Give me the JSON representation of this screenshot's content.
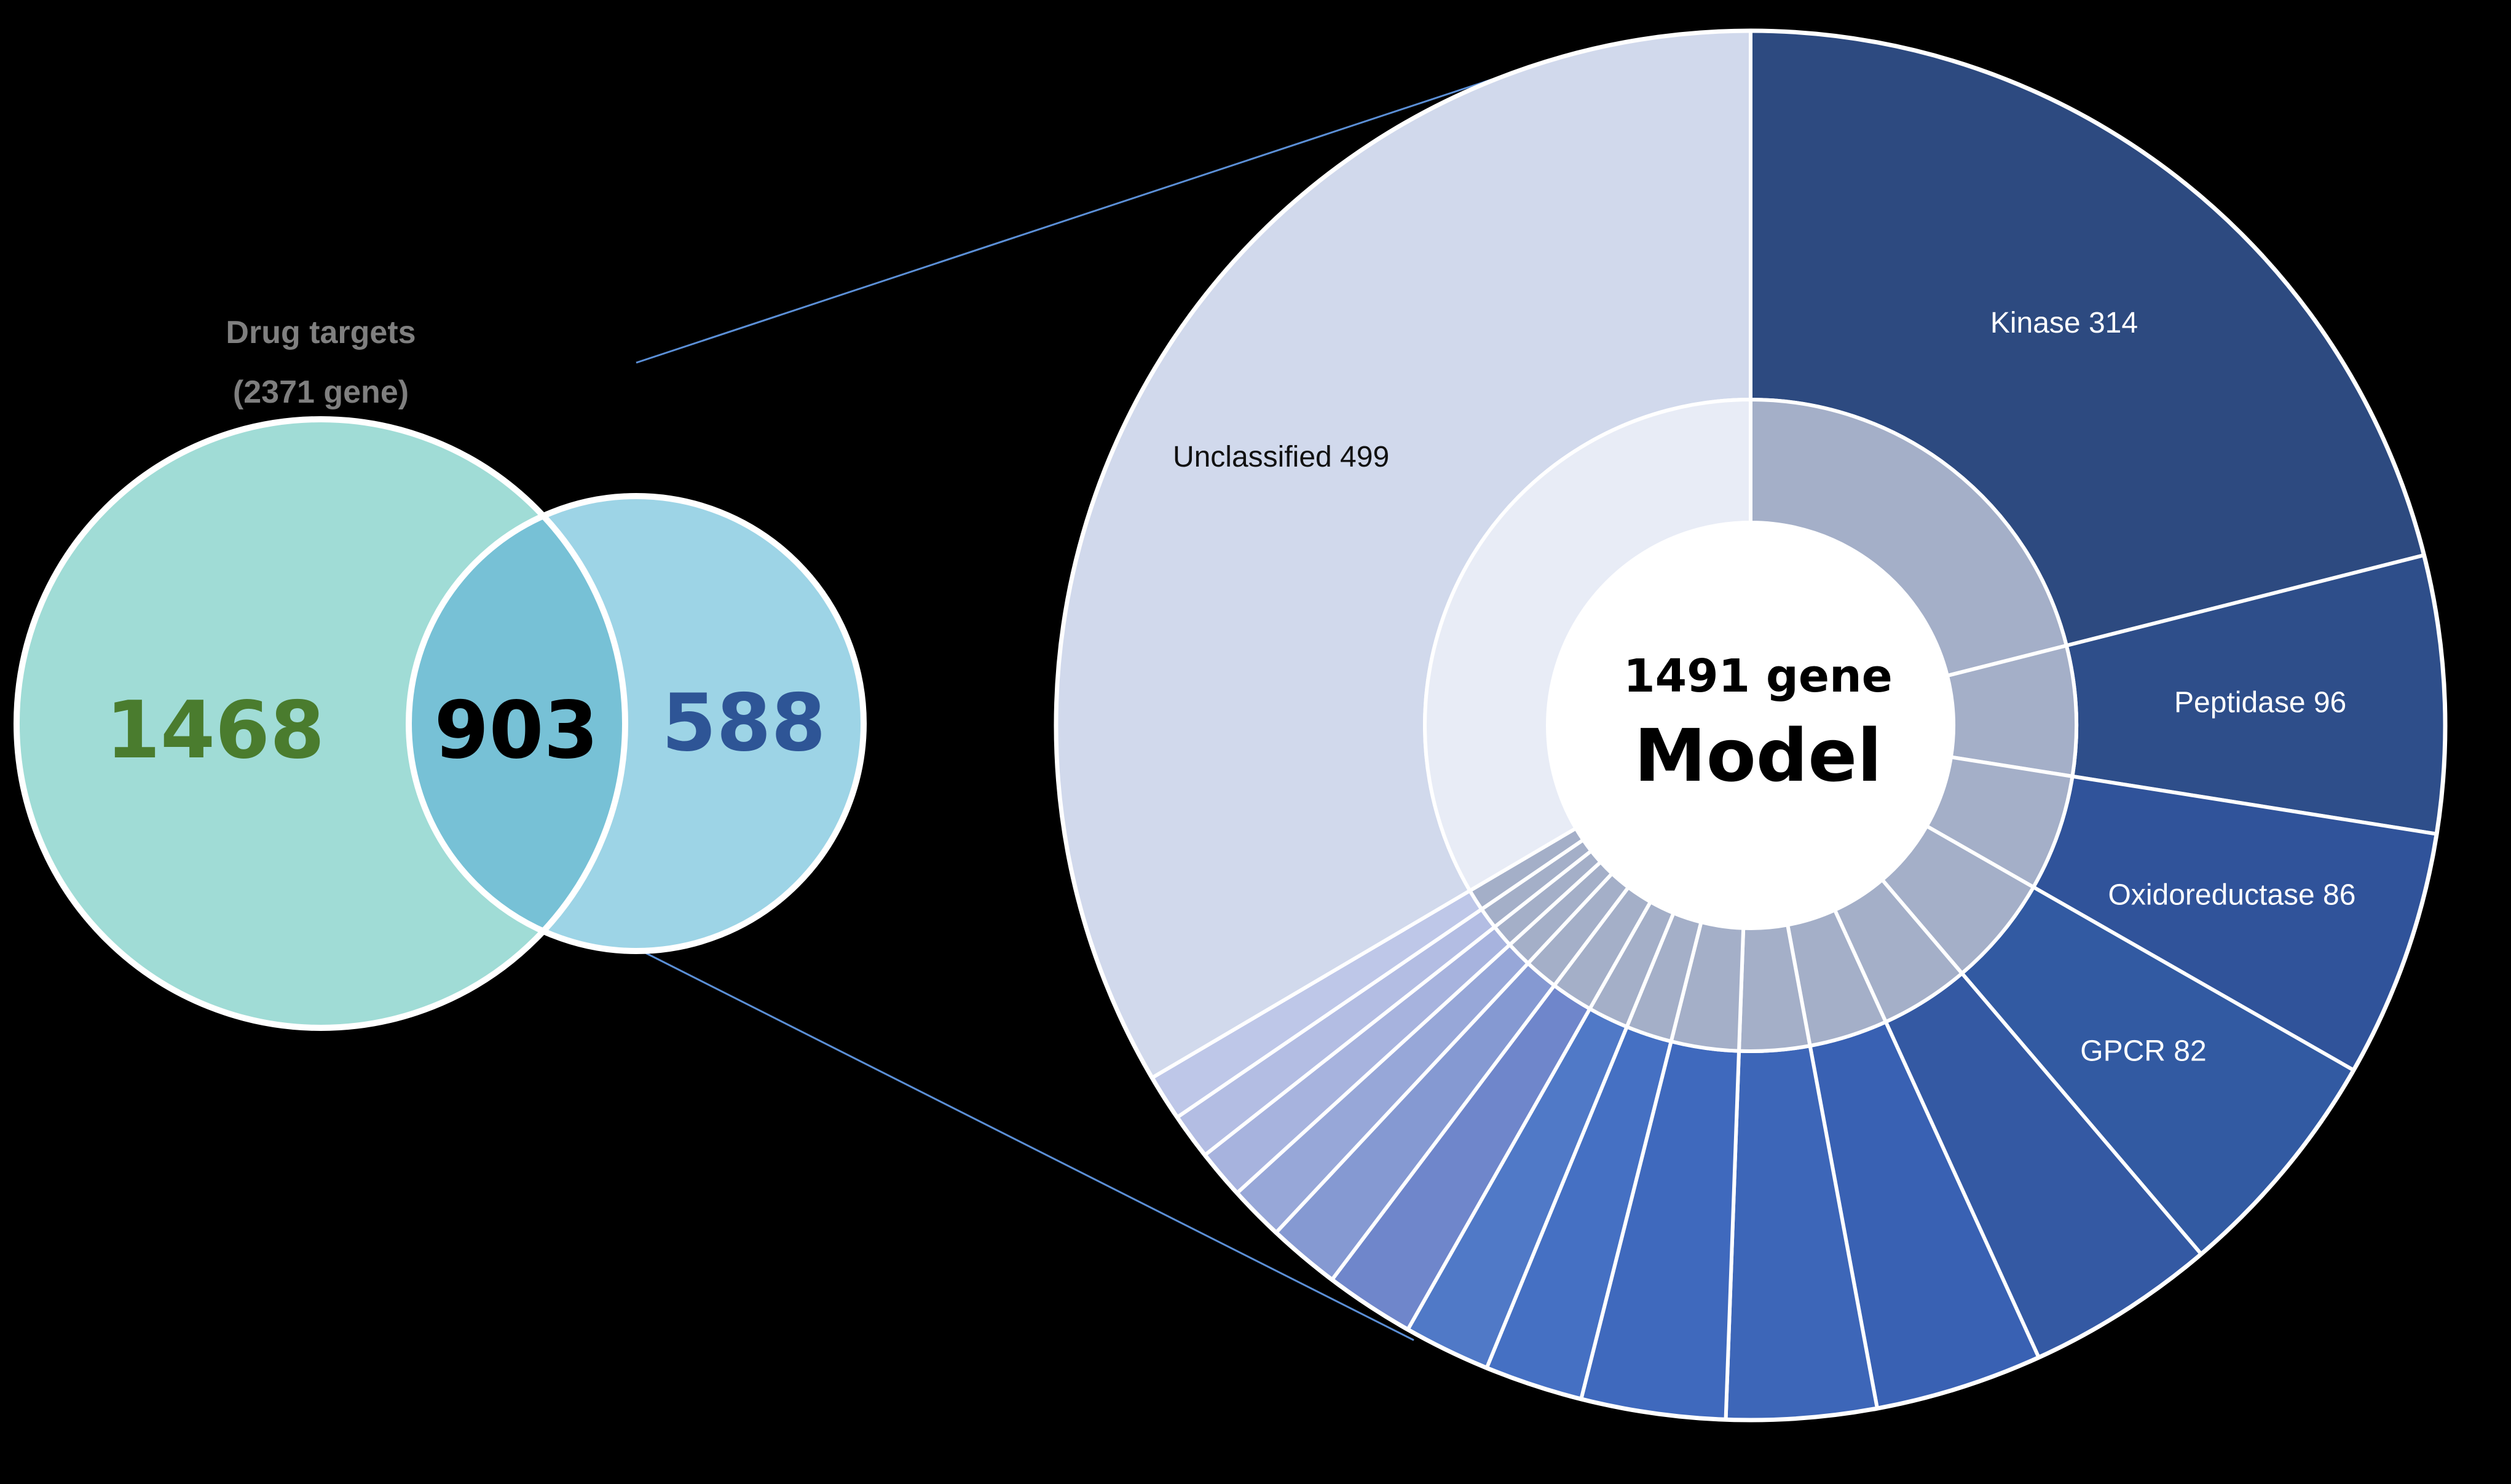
{
  "colors": {
    "background": "#000000",
    "venn_left": "#a0dcd6",
    "venn_right": "#9dd4e6",
    "venn_overlap": "#77c1d6",
    "venn_stroke": "#ffffff",
    "left_count_color": "#4a7c2e",
    "right_count_color": "#2e5596",
    "connector": "#5b8fd6",
    "unclassified_outer": "#d1d9ec",
    "unclassified_inner": "#e8ecf6",
    "inner_classified": "#a4afc8"
  },
  "chart_data": [
    {
      "type": "venn",
      "title": "Drug targets",
      "subtitle": "(2371 gene)",
      "sets": [
        {
          "region": "left-only",
          "value": 1468
        },
        {
          "region": "intersection",
          "value": 903
        },
        {
          "region": "right-only",
          "value": 588
        }
      ]
    },
    {
      "type": "pie",
      "style": "sunburst",
      "center_label": "1491 gene",
      "center_title": "Model",
      "total": 1491,
      "segments": [
        {
          "name": "Kinase",
          "value": 314,
          "label": "Kinase 314",
          "color": "#2d4a80"
        },
        {
          "name": "Peptidase",
          "value": 96,
          "label": "Peptidase 96",
          "color": "#2e4e8a"
        },
        {
          "name": "Oxidoreductase",
          "value": 86,
          "label": "Oxidoreductase 86",
          "color": "#30539a"
        },
        {
          "name": "GPCR",
          "value": 82,
          "label": "GPCR 82",
          "color": "#325aa2"
        },
        {
          "name": "",
          "value": 66,
          "label": "",
          "color": "#3459a3"
        },
        {
          "name": "",
          "value": 58,
          "label": "",
          "color": "#3961b3"
        },
        {
          "name": "",
          "value": 52,
          "label": "",
          "color": "#3d66b8"
        },
        {
          "name": "",
          "value": 50,
          "label": "",
          "color": "#3f69bd"
        },
        {
          "name": "",
          "value": 34,
          "label": "",
          "color": "#4570c3"
        },
        {
          "name": "",
          "value": 30,
          "label": "",
          "color": "#5079c7"
        },
        {
          "name": "",
          "value": 31,
          "label": "",
          "color": "#6f86cb"
        },
        {
          "name": "",
          "value": 25,
          "label": "",
          "color": "#8599d2"
        },
        {
          "name": "",
          "value": 19,
          "label": "",
          "color": "#97a7d8"
        },
        {
          "name": "",
          "value": 17,
          "label": "",
          "color": "#a7b3de"
        },
        {
          "name": "",
          "value": 16,
          "label": "",
          "color": "#b3bde3"
        },
        {
          "name": "",
          "value": 16,
          "label": "",
          "color": "#bec7e8"
        },
        {
          "name": "Unclassified",
          "value": 499,
          "label": "Unclassified 499",
          "color": "#d1d9ec"
        }
      ]
    }
  ]
}
